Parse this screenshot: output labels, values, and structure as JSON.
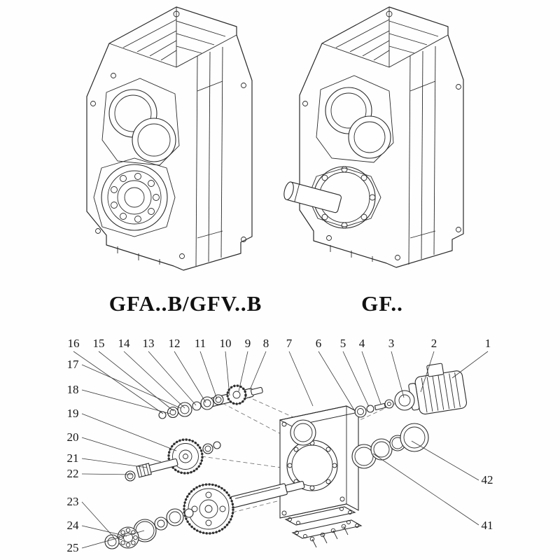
{
  "page": {
    "background": "#ffffff",
    "line_color": "#2a2a2a"
  },
  "products": [
    {
      "name": "foot-flange-mounted-gear-unit",
      "label": "GFA..B/GFV..B"
    },
    {
      "name": "shaft-output-gear-unit",
      "label": "GF.."
    }
  ],
  "exploded_view": {
    "callouts": [
      "1",
      "2",
      "3",
      "4",
      "5",
      "6",
      "7",
      "8",
      "9",
      "10",
      "11",
      "12",
      "13",
      "14",
      "15",
      "16",
      "17",
      "18",
      "19",
      "20",
      "21",
      "22",
      "23",
      "24",
      "25",
      "41",
      "42"
    ]
  }
}
